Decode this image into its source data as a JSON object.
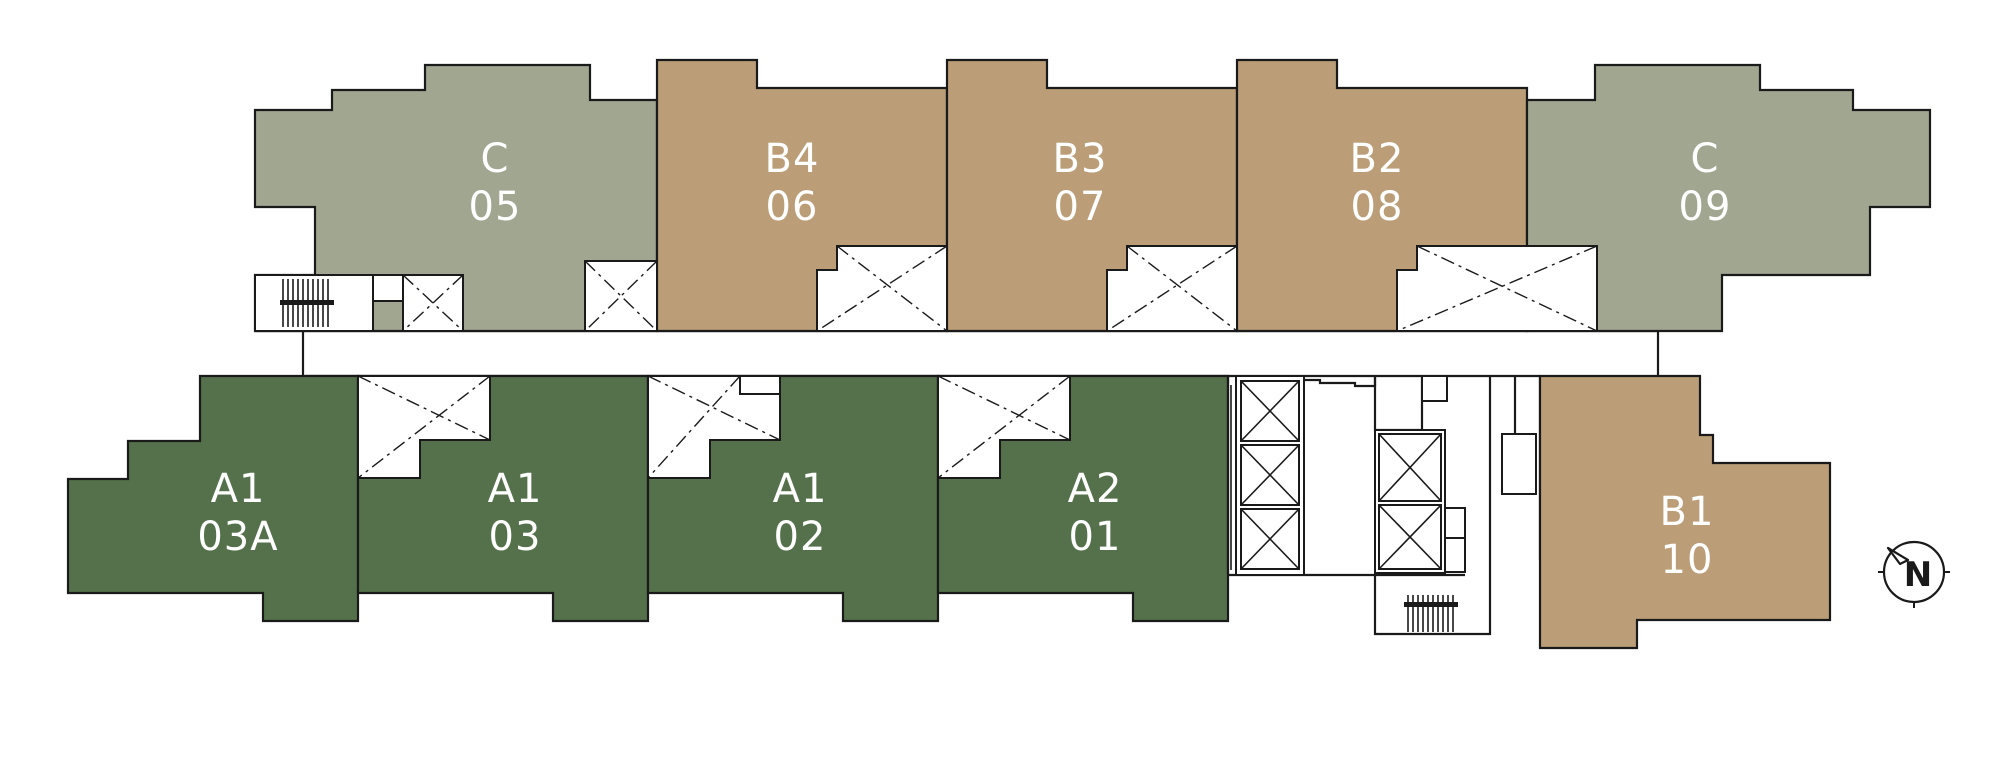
{
  "colors": {
    "A": "#55714b",
    "B": "#bb9e78",
    "C": "#a1a691",
    "outline": "#1a1a1a"
  },
  "units": [
    {
      "id": "u05",
      "type": "C",
      "number": "05",
      "color_key": "C"
    },
    {
      "id": "u06",
      "type": "B4",
      "number": "06",
      "color_key": "B"
    },
    {
      "id": "u07",
      "type": "B3",
      "number": "07",
      "color_key": "B"
    },
    {
      "id": "u08",
      "type": "B2",
      "number": "08",
      "color_key": "B"
    },
    {
      "id": "u09",
      "type": "C",
      "number": "09",
      "color_key": "C"
    },
    {
      "id": "u03a",
      "type": "A1",
      "number": "03A",
      "color_key": "A"
    },
    {
      "id": "u03",
      "type": "A1",
      "number": "03",
      "color_key": "A"
    },
    {
      "id": "u02",
      "type": "A1",
      "number": "02",
      "color_key": "A"
    },
    {
      "id": "u01",
      "type": "A2",
      "number": "01",
      "color_key": "A"
    },
    {
      "id": "u10",
      "type": "B1",
      "number": "10",
      "color_key": "B"
    }
  ],
  "compass": {
    "letter": "N",
    "icon": "north-arrow-icon"
  }
}
